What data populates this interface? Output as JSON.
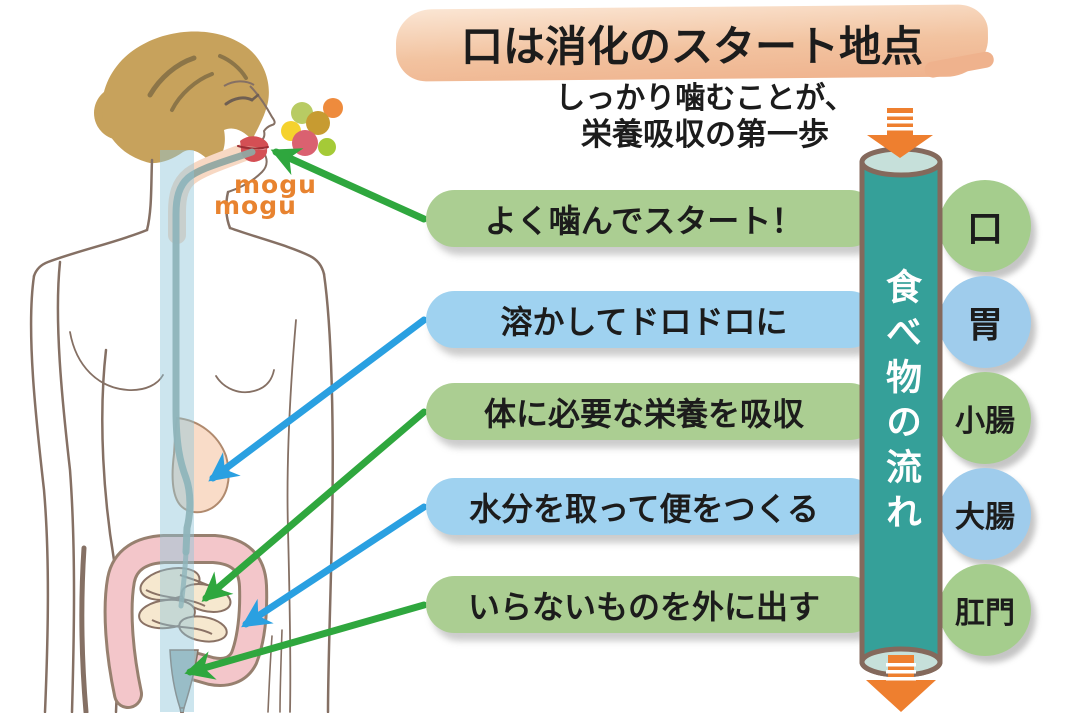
{
  "title": "口は消化のスタート地点",
  "subtitle": {
    "line1": "しっかり噛むことが、",
    "line2": "栄養吸収の第一歩"
  },
  "flow_tube_label": "食べ物の流れ",
  "mogu": {
    "line1": "mogu",
    "line2": "mogu"
  },
  "steps": [
    {
      "label": "よく噛んでスタート！",
      "organ": "口",
      "color": "green"
    },
    {
      "label": "溶かしてドロドロに",
      "organ": "胃",
      "color": "blue"
    },
    {
      "label": "体に必要な栄養を吸収",
      "organ": "小腸",
      "color": "green"
    },
    {
      "label": "水分を取って便をつくる",
      "organ": "大腸",
      "color": "blue"
    },
    {
      "label": "いらないものを外に出す",
      "organ": "肛門",
      "color": "green"
    }
  ],
  "food_dots": [
    "#b8cb63",
    "#ee8b3d",
    "#f5d22e",
    "#c79b31",
    "#da6170",
    "#a5ca37"
  ],
  "colors": {
    "title_highlight": "#f2c3a0",
    "title_highlight_light": "#fbe6d4",
    "title_highlight_deep": "#efb28d",
    "pill_green": "#abce92",
    "pill_blue": "#9fd2f0",
    "circle_green": "#a5cd8d",
    "circle_blue": "#9fccec",
    "tube_teal": "#35a099",
    "tube_cap": "#c6e0da",
    "tube_outline": "#84695c",
    "arrow_orange": "#ee7f2f",
    "arrow_green": "#2fa73e",
    "arrow_blue": "#2aa0e1",
    "mogu_orange": "#e8832f",
    "text_dark": "#1c1c1c",
    "tube_text": "#ffffff",
    "hair": "#c7a25c",
    "hair_streak": "#7d6a43",
    "bun_swirl": "#dfc68f",
    "outline_brown": "#857064",
    "lips_red": "#d44f54",
    "mouth_line": "#9c2f35",
    "throat_peach": "#f7d8c3",
    "stomach_peach": "#f9dcc8",
    "stomach_outline": "#b08a6e",
    "colon_pink": "#f3c6ca",
    "colon_outline": "#97806f",
    "intestine_cream": "#f6e8cf",
    "intestine_outline": "#8a7265",
    "band_blue": "#8fc6da",
    "esophagus_gray": "#90a8a2",
    "rectum_gray": "#a2b6b8"
  }
}
